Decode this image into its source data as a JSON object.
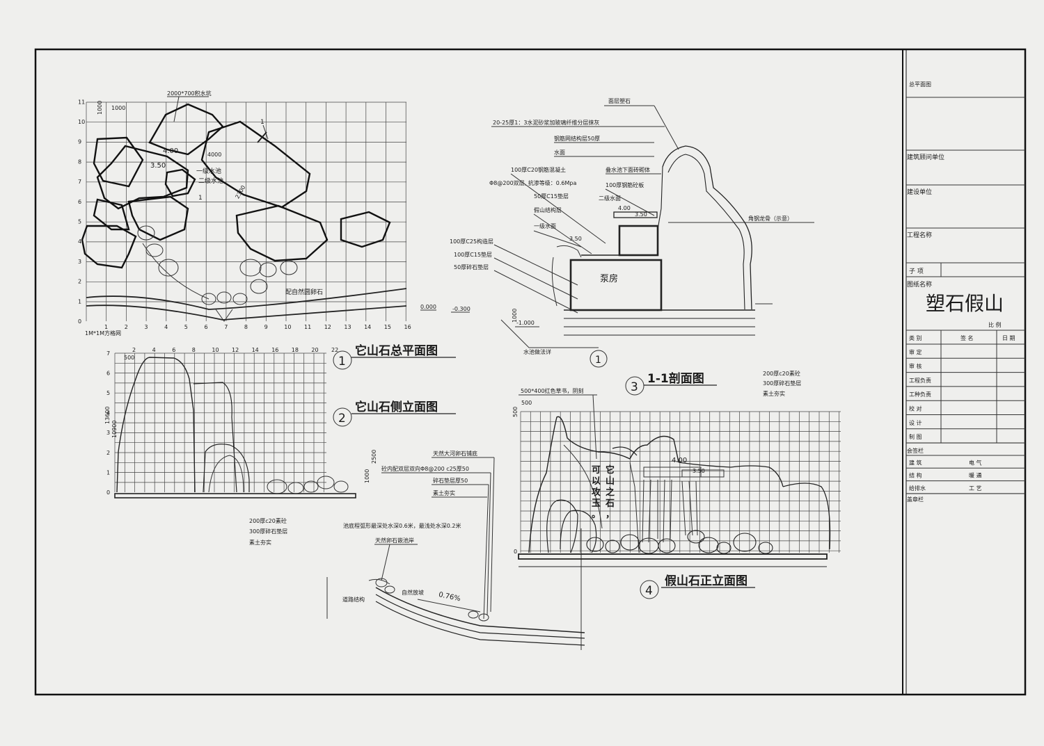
{
  "sheet_title": "塑石假山",
  "scale_label": "比 例",
  "title_block": {
    "overall_plan_label": "总平面图",
    "consultant_label": "建筑顾问单位",
    "client_label": "建设单位",
    "project_label": "工程名称",
    "subitem_label": "子 项",
    "drawing_name_label": "图纸名称",
    "header": [
      "类 别",
      "签 名",
      "日 期"
    ],
    "roles": [
      "审 定",
      "审 核",
      "工程负责",
      "工种负责",
      "校 对",
      "设 计",
      "制 图"
    ],
    "countersign_label": "会签栏",
    "disciplines": [
      [
        "建 筑",
        "电 气"
      ],
      [
        "结 构",
        "暖 通"
      ],
      [
        "给排水",
        "工 艺"
      ]
    ],
    "stamp_label": "盖章栏"
  },
  "plan": {
    "title": "它山石总平面图",
    "number": "1",
    "grid_note": "1M*1M方格网",
    "y_ticks": [
      "0",
      "1",
      "2",
      "3",
      "4",
      "5",
      "6",
      "7",
      "8",
      "9",
      "10",
      "11"
    ],
    "x_ticks": [
      "1",
      "2",
      "3",
      "4",
      "5",
      "6",
      "7",
      "8",
      "9",
      "10",
      "11",
      "12",
      "13",
      "14",
      "15",
      "16"
    ],
    "labels": {
      "pit": "2000*700积水坑",
      "lvl_4": "4.00",
      "lvl_35": "3.50",
      "dim_4000": "4000",
      "dim_2300": "2300",
      "pool1": "一级水池",
      "pool2": "二级水池",
      "pebbles": "配自然圆卵石",
      "dim_1000": "1000",
      "dim_1000v": "1000",
      "mk1a": "1",
      "mk1b": "1"
    },
    "elev_0": "0.000",
    "elev_neg03": "-0.300"
  },
  "section": {
    "title": "1-1剖面图",
    "number": "3",
    "labels": {
      "top": "面层塑石",
      "mortar": "20-25厚1：3水泥砂浆加玻璃纤维分层抹灰",
      "mesh": "钢筋网结构层50厚",
      "water": "水面",
      "c20": "100厚C20钢筋混凝土",
      "rebar": "Φ8@200双层, 抗渗等级：0.6Mpa",
      "c15": "50厚C15垫层",
      "rockframe": "假山结构层",
      "pool1": "一级水面",
      "c25": "100厚C25构造层",
      "c15b": "100厚C15垫层",
      "gravel": "50厚碎石垫层",
      "brick": "叠水池下面砖砌体",
      "slab": "100厚钢筋砼板",
      "pool2": "二级水面",
      "pump": "泵房",
      "steel": "角钢龙骨（示意）",
      "note": "水池做法详",
      "lvl_4": "4.00",
      "lvl_35": "3.50",
      "lvl_35b": "3.50",
      "lvl_m1": "-1.000",
      "dim_1000": "1000",
      "sub": "1"
    },
    "found_notes": [
      "200厚c20素砼",
      "300厚碎石垫层",
      "素土夯实"
    ]
  },
  "side": {
    "title": "它山石侧立面图",
    "number": "2",
    "y_ticks": [
      "0",
      "1",
      "2",
      "3",
      "4",
      "5",
      "6",
      "7"
    ],
    "x_ticks": [
      "2",
      "4",
      "6",
      "8",
      "10",
      "12",
      "14",
      "16",
      "18",
      "20",
      "22"
    ],
    "dims": [
      "13600",
      "10900",
      "1000",
      "2500",
      "500"
    ],
    "found_notes": [
      "200厚c20素砼",
      "300厚碎石垫层",
      "素土夯实"
    ]
  },
  "pond": {
    "labels": {
      "river": "天然大河卵石铺底",
      "concrete": "砼内配双层双向Φ8@200 c25厚50",
      "gravel": "碎石垫层厚50",
      "soil": "素土夯实",
      "depth": "池底程弧形最深处水深0.6米，最浅处水深0.2米",
      "bank": "天然卵石嵌池岸",
      "slope": "自然放坡",
      "pct": "0.76%",
      "road": "道路结构"
    }
  },
  "front": {
    "title": "假山石正立面图",
    "number": "4",
    "labels": {
      "brick": "500*400红色草书，阴刻",
      "d500a": "500",
      "d500b": "500",
      "lvl_4": "4.00",
      "lvl_35": "3.50",
      "zero": "0"
    },
    "poem": [
      "它",
      "山",
      "之",
      "石",
      "，",
      "可",
      "以",
      "攻",
      "玉",
      "。"
    ]
  }
}
